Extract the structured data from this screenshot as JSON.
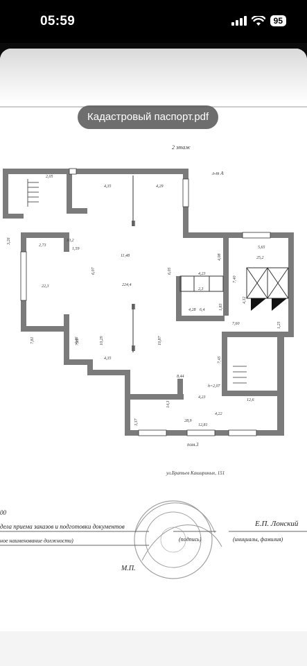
{
  "status_bar": {
    "time": "05:59",
    "battery": "95"
  },
  "viewer": {
    "document_title": "Кадастровый паспорт.pdf"
  },
  "plan": {
    "floor_label": "2 этаж",
    "axis_label": "л-т А",
    "total_area_label": "224,4",
    "dimensions": [
      "3,26",
      "2,05",
      "4,35",
      "4,29",
      "6,07",
      "6,05",
      "2,73",
      "1,59",
      "11,48",
      "7,81",
      "7,82",
      "10,29",
      "19,87",
      "4,08",
      "5,65",
      "7,40",
      "4,32",
      "4,23",
      "1,25",
      "1,83",
      "4,28",
      "7,60",
      "4,46",
      "4,35",
      "8,44",
      "7,45",
      "h=2,07",
      "4,23",
      "3,37",
      "14,3",
      "4,22",
      "12,81"
    ],
    "room_areas": [
      "10,2",
      "22,3",
      "2,3",
      "6,4",
      "12,6",
      "28,9",
      "25,2"
    ],
    "room_label_3": "пом.3",
    "address": "ул.Братьев Кашириных, 151"
  },
  "signature_block": {
    "left_line1": "00",
    "left_line2": "дела приема заказов и подготовки документов",
    "left_line3": "ное наименование должности)",
    "mp": "М.П.",
    "signature_hint": "(подпись)",
    "right_name": "Е.П. Лонский",
    "right_hint": "(инициалы, фамилия)"
  },
  "colors": {
    "wall": "#7b7b7b",
    "line": "#333333"
  }
}
